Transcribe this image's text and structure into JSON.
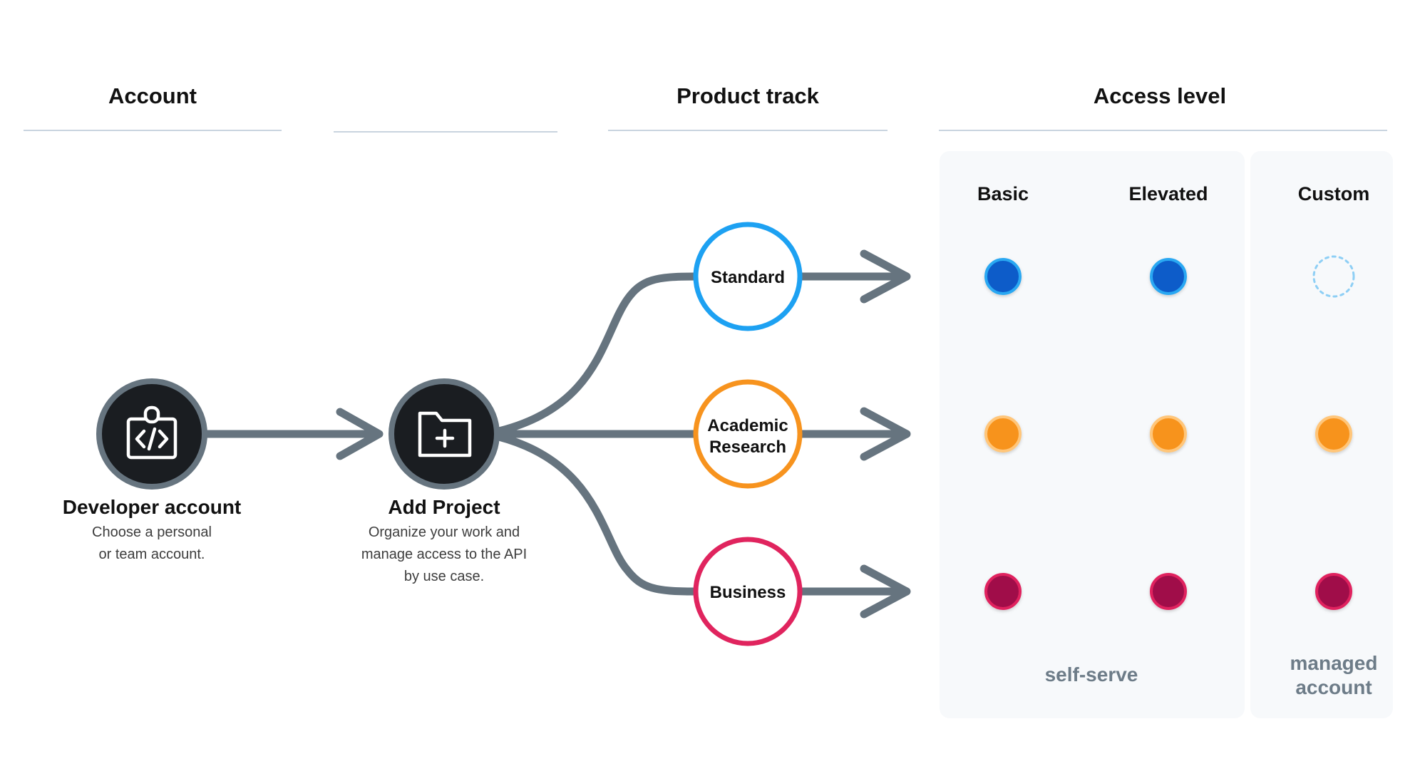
{
  "columns": {
    "account": "Account",
    "product_track": "Product track",
    "access_level": "Access level"
  },
  "nodes": {
    "developer_account": {
      "title": "Developer account",
      "desc_line1": "Choose a personal",
      "desc_line2": "or team account."
    },
    "add_project": {
      "title": "Add Project",
      "desc_line1": "Organize your work and",
      "desc_line2": "manage access to the API",
      "desc_line3": "by use case."
    }
  },
  "tracks": {
    "standard": {
      "label": "Standard",
      "color": "#1da1f2"
    },
    "academic": {
      "line1": "Academic",
      "line2": "Research",
      "color": "#f7931e"
    },
    "business": {
      "label": "Business",
      "color": "#e0245e"
    }
  },
  "access_levels": {
    "basic": "Basic",
    "elevated": "Elevated",
    "custom": "Custom"
  },
  "dot_colors": {
    "standard": "#0a5cc9",
    "academic": "#f7931e",
    "business": "#a0104a",
    "custom_standard_outline": "#8ecff5"
  },
  "notes": {
    "self_serve": "self-serve",
    "managed_line1": "managed",
    "managed_line2": "account"
  },
  "colors": {
    "flow": "#66747f",
    "node_fill": "#1a1d21",
    "node_ring": "#66747f",
    "panel": "#f7f9fb"
  }
}
